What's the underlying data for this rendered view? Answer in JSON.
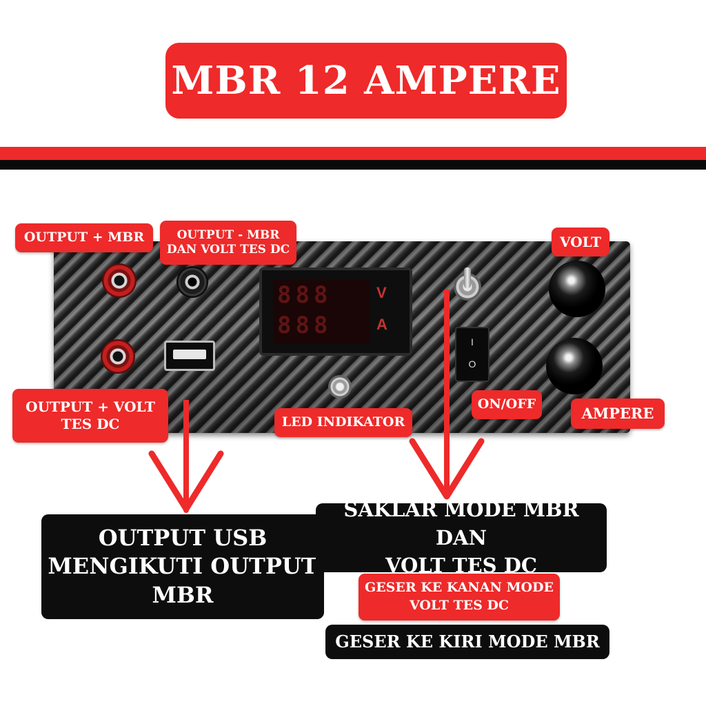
{
  "header": {
    "title": "MBR 12 AMPERE"
  },
  "colors": {
    "accent_red": "#ee2a2a",
    "label_black": "#0d0d0d",
    "background": "#ffffff"
  },
  "panel": {
    "meter": {
      "digits_top": "888",
      "digits_bottom": "888",
      "unit_top": "V",
      "unit_bottom": "A"
    },
    "rocker": {
      "top_mark": "I",
      "bottom_mark": "O"
    }
  },
  "labels": {
    "output_plus_mbr": "OUTPUT  + MBR",
    "output_minus_mbr": [
      "OUTPUT - MBR",
      "DAN VOLT TES DC"
    ],
    "volt": "VOLT",
    "output_plus_volt": [
      "OUTPUT + VOLT",
      "TES DC"
    ],
    "led_indikator": "LED INDIKATOR",
    "on_off": "ON/OFF",
    "ampere": "AMPERE"
  },
  "notes": {
    "usb": [
      "OUTPUT USB",
      "MENGIKUTI OUTPUT",
      "MBR"
    ],
    "saklar": [
      "SAKLAR MODE MBR DAN",
      "VOLT TES DC"
    ],
    "geser_kanan": [
      "GESER KE KANAN MODE",
      "VOLT TES DC"
    ],
    "geser_kiri": "GESER KE KIRI MODE MBR"
  }
}
